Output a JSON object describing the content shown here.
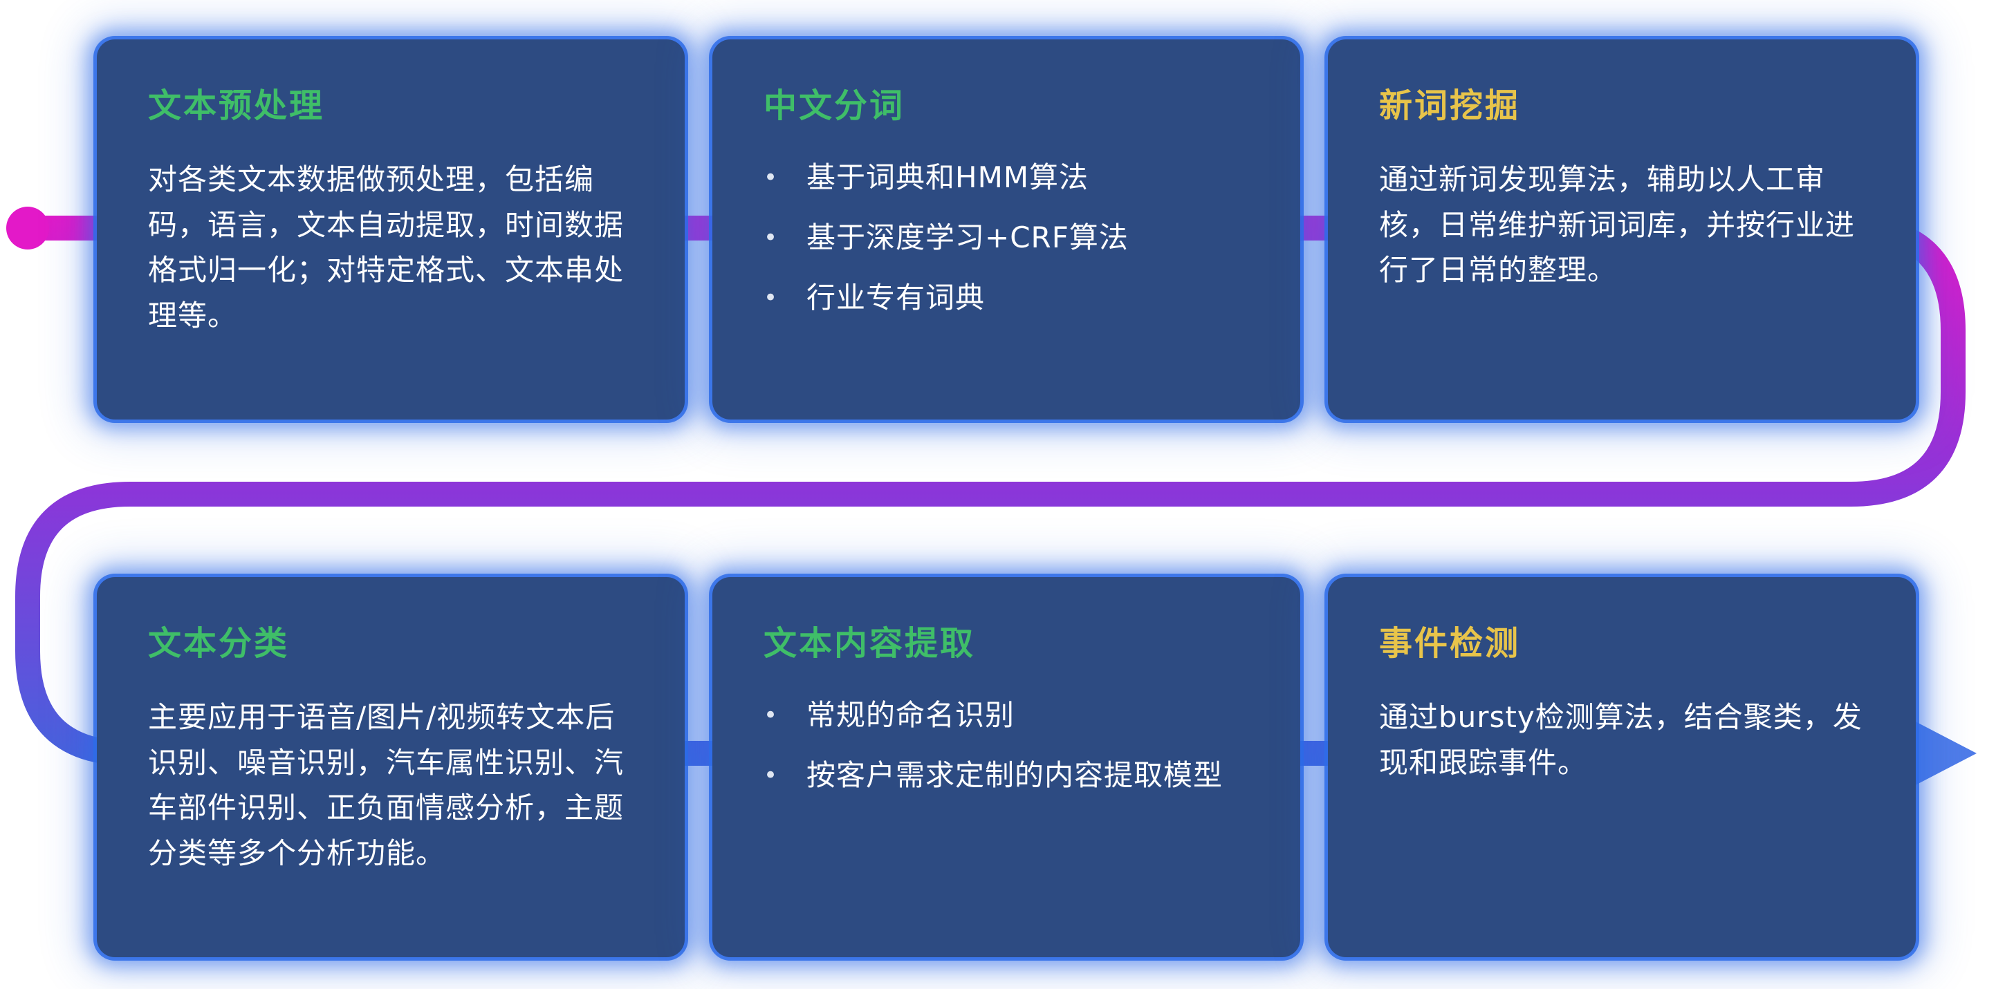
{
  "ui": {
    "bullet": "•"
  },
  "colors": {
    "card_bg": "#2d4b82",
    "glow_blue": "#2e6ce8",
    "title_green": "#3fbe68",
    "title_yellow": "#e8c44a",
    "body_text": "#ffffff",
    "flow_start": "#e319c8",
    "flow_mid": "#8b36d9",
    "flow_end": "#4365dd",
    "flow_arrow": "#4f7ce8"
  },
  "cards": [
    {
      "title": "文本预处理",
      "title_color": "green",
      "body": "对各类文本数据做预处理，包括编码，语言，文本自动提取，时间数据格式归一化；对特定格式、文本串处理等。"
    },
    {
      "title": "中文分词",
      "title_color": "green",
      "bullets": [
        "基于词典和HMM算法",
        "基于深度学习+CRF算法",
        "行业专有词典"
      ]
    },
    {
      "title": "新词挖掘",
      "title_color": "yellow",
      "body": "通过新词发现算法，辅助以人工审核，日常维护新词词库，并按行业进行了日常的整理。"
    },
    {
      "title": "文本分类",
      "title_color": "green",
      "body": "主要应用于语音/图片/视频转文本后识别、噪音识别，汽车属性识别、汽车部件识别、正负面情感分析，主题分类等多个分析功能。"
    },
    {
      "title": "文本内容提取",
      "title_color": "green",
      "bullets": [
        "常规的命名识别",
        "按客户需求定制的内容提取模型"
      ]
    },
    {
      "title": "事件检测",
      "title_color": "yellow",
      "body": "通过bursty检测算法，结合聚类，发现和跟踪事件。"
    }
  ]
}
